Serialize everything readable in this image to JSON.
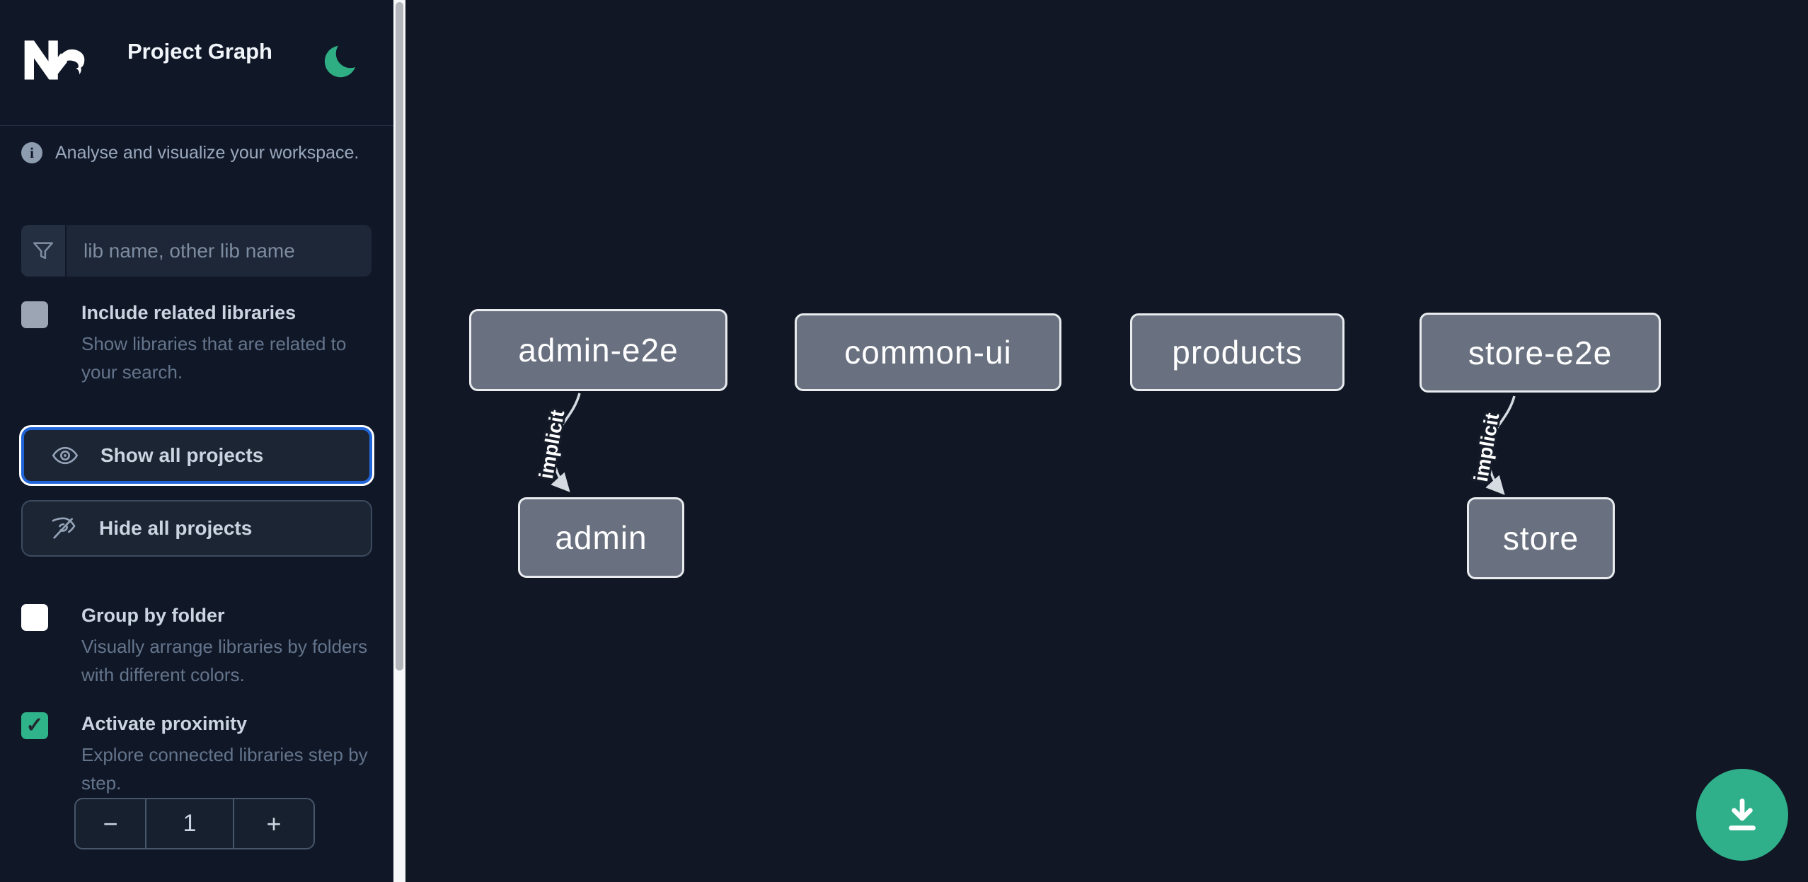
{
  "app": {
    "title": "Project Graph"
  },
  "sidebar": {
    "info_text": "Analyse and visualize your workspace.",
    "search": {
      "placeholder": "lib name, other lib name"
    },
    "toggles": [
      {
        "label": "Include related libraries",
        "description": "Show libraries that are related to your search.",
        "checked": false
      },
      {
        "label": "Group by folder",
        "description": "Visually arrange libraries by folders with different colors.",
        "checked": false
      },
      {
        "label": "Activate proximity",
        "description": "Explore connected libraries step by step.",
        "checked": true
      }
    ],
    "buttons": {
      "show_all": "Show all projects",
      "hide_all": "Hide all projects"
    },
    "stepper": {
      "decrement": "−",
      "value": "1",
      "increment": "+"
    }
  },
  "graph": {
    "nodes": [
      {
        "label": "admin-e2e"
      },
      {
        "label": "common-ui"
      },
      {
        "label": "products"
      },
      {
        "label": "store-e2e"
      },
      {
        "label": "admin"
      },
      {
        "label": "store"
      }
    ],
    "edges": [
      {
        "from": "admin-e2e",
        "to": "admin",
        "label": "implicit"
      },
      {
        "from": "store-e2e",
        "to": "store",
        "label": "implicit"
      }
    ]
  },
  "colors": {
    "sidebar_bg": "#101828",
    "canvas_bg": "#111724",
    "accent_green": "#2fb08a",
    "focus_blue": "#2166d9",
    "node_fill": "#697180",
    "node_border": "#e9ebef",
    "edge": "#d6dbe2",
    "label_text": "#cbd5e1",
    "muted_text": "#64748b"
  }
}
